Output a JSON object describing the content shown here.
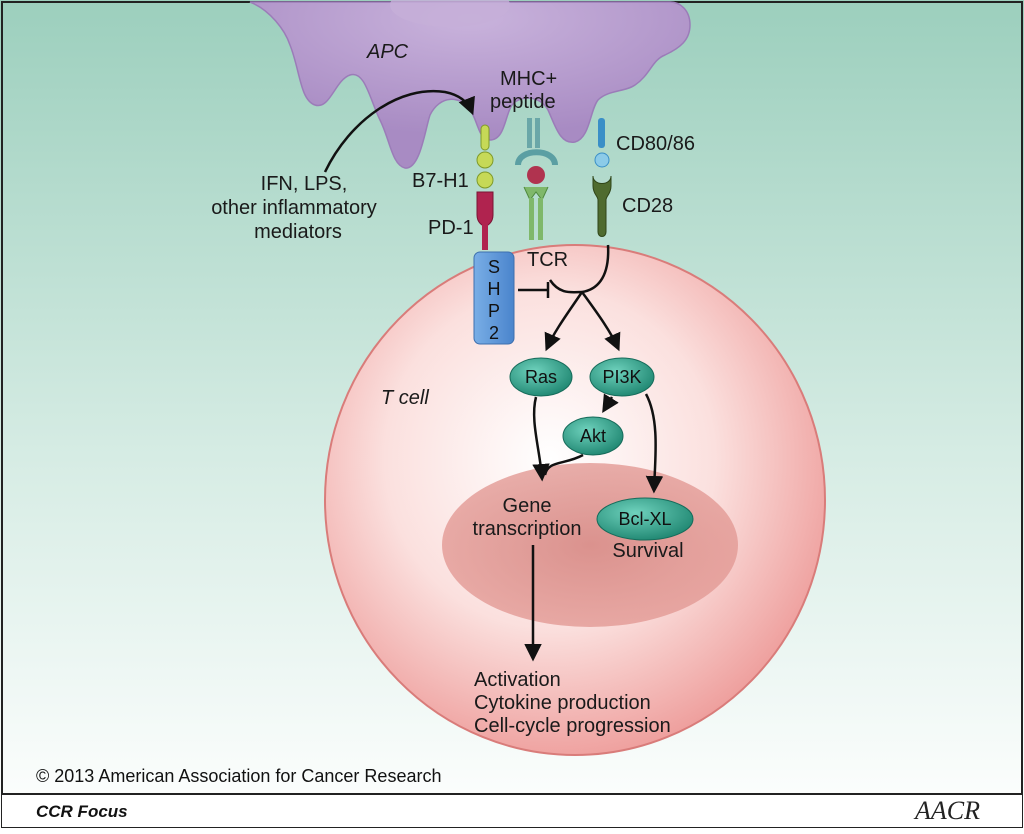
{
  "apc_label": "APC",
  "mhc_label_1": "MHC+",
  "mhc_label_2": "peptide",
  "cd80_label": "CD80/86",
  "cd28_label": "CD28",
  "b7h1_label": "B7-H1",
  "pd1_label": "PD-1",
  "mediators": [
    "IFN, LPS,",
    "other inflammatory",
    "mediators"
  ],
  "tcr_label": "TCR",
  "shp2_letters": [
    "S",
    "H",
    "P",
    "2"
  ],
  "tcell_label": "T cell",
  "nodes": {
    "ras": "Ras",
    "pi3k": "PI3K",
    "akt": "Akt",
    "bclxl": "Bcl-XL"
  },
  "gene_transcription": [
    "Gene",
    "transcription"
  ],
  "survival_label": "Survival",
  "outcomes": [
    "Activation",
    "Cytokine production",
    "Cell-cycle progression"
  ],
  "copyright": "© 2013 American Association for Cancer Research",
  "journal": "CCR Focus",
  "logo_text": "AACR",
  "colors": {
    "background_top": "#a6d4c3",
    "background_bottom": "#ffffff",
    "apc": "#b79bcc",
    "tcell_outer": "#f0a7a7",
    "nucleus": "#c96a6a",
    "node": "#2a9a85",
    "shp2": "#5b93d6"
  }
}
